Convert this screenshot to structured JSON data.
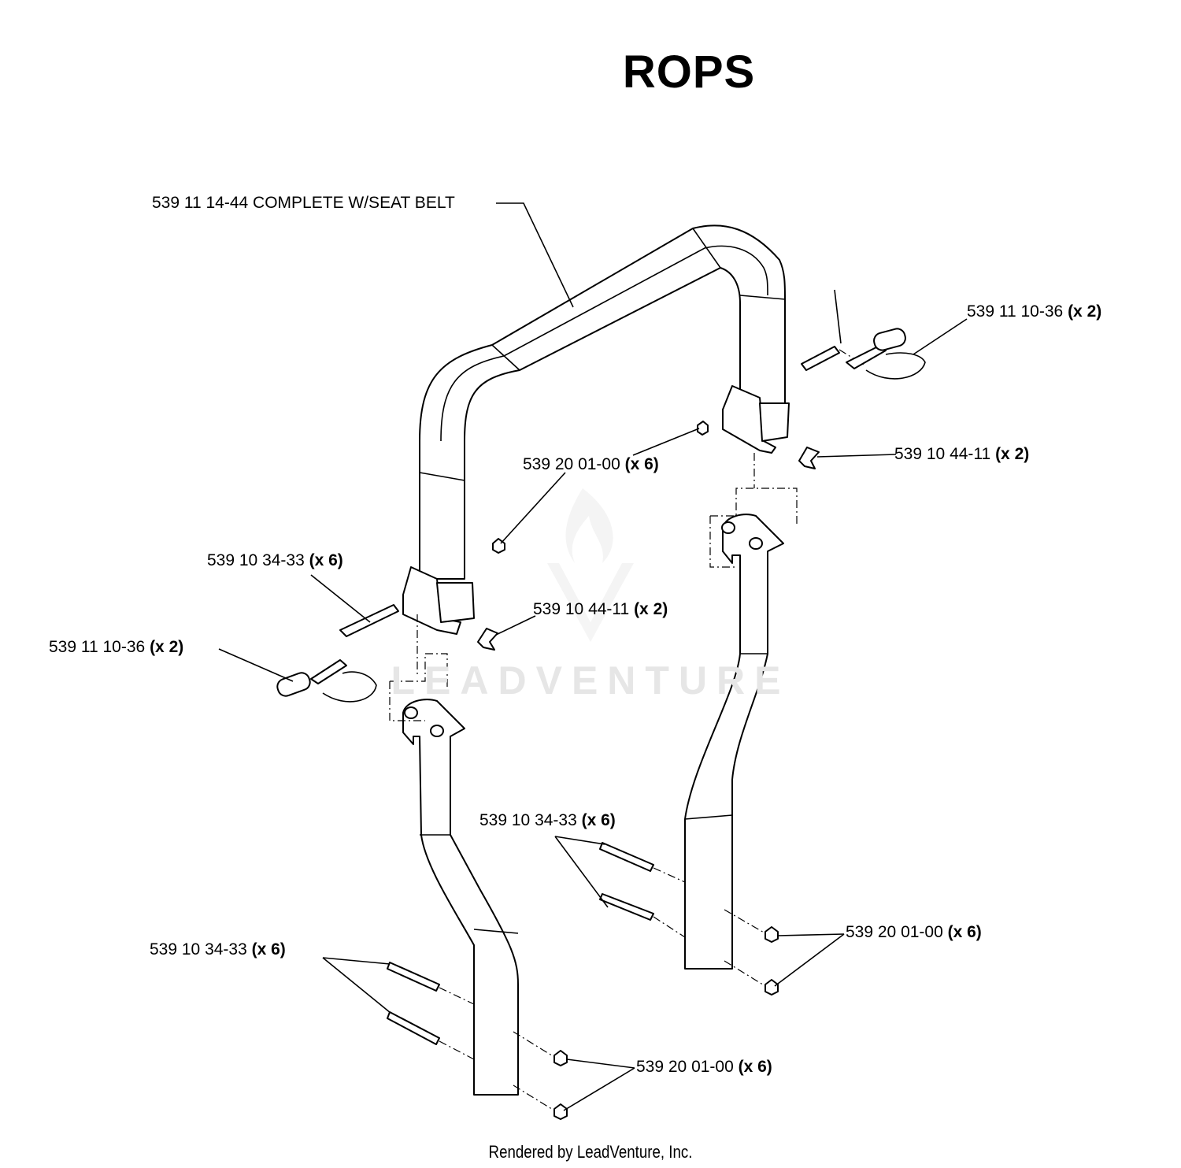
{
  "title": "ROPS",
  "callouts": [
    {
      "part_number": "539 11 14-44 COMPLETE W/SEAT BELT",
      "qty": ""
    },
    {
      "part_number": "539 11 10-36",
      "qty": "(x 2)"
    },
    {
      "part_number": "539 10 44-11",
      "qty": "(x 2)"
    },
    {
      "part_number": "539 20 01-00",
      "qty": "(x 6)"
    },
    {
      "part_number": "539 10 34-33",
      "qty": "(x 6)"
    },
    {
      "part_number": "539 10 44-11",
      "qty": "(x 2)"
    },
    {
      "part_number": "539 11 10-36",
      "qty": "(x 2)"
    },
    {
      "part_number": "539 10 34-33",
      "qty": "(x 6)"
    },
    {
      "part_number": "539 20 01-00",
      "qty": "(x 6)"
    },
    {
      "part_number": "539 10 34-33",
      "qty": "(x 6)"
    },
    {
      "part_number": "539 20 01-00",
      "qty": "(x 6)"
    }
  ],
  "watermark": "LEADVENTURE",
  "footer": "Rendered by LeadVenture, Inc."
}
